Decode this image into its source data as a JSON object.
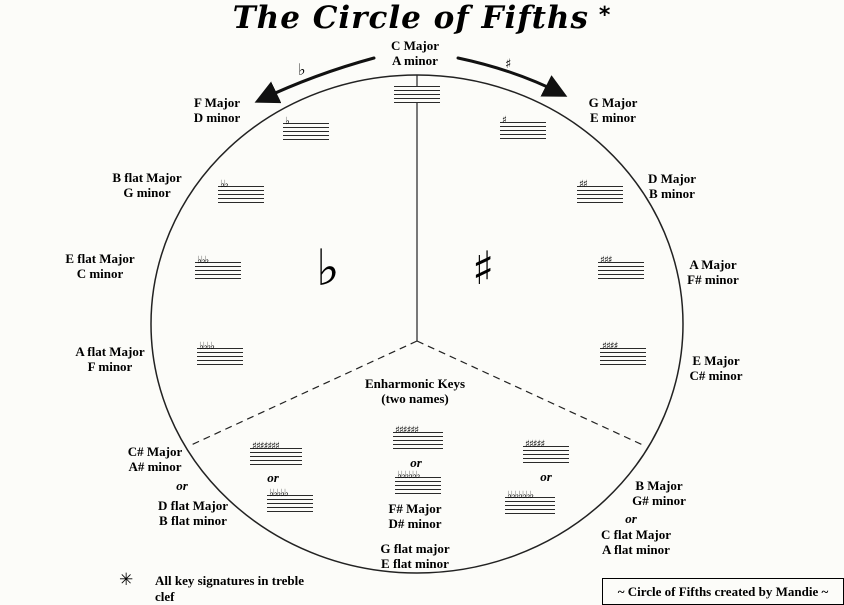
{
  "title": {
    "text": "The Circle of Fifths",
    "asterisk": "*"
  },
  "arrow_hints": {
    "flat": "♭",
    "sharp": "♯"
  },
  "center": {
    "enharmonic_line1": "Enharmonic Keys",
    "enharmonic_line2": "(two names)",
    "big_flat": "♭",
    "big_sharp": "♯"
  },
  "or_label": "or",
  "keys": {
    "c": {
      "major": "C Major",
      "minor": "A minor",
      "accidentals": ""
    },
    "g": {
      "major": "G Major",
      "minor": "E minor",
      "accidentals": "♯"
    },
    "d": {
      "major": "D Major",
      "minor": "B minor",
      "accidentals": "♯♯"
    },
    "a": {
      "major": "A Major",
      "minor": "F# minor",
      "accidentals": "♯♯♯"
    },
    "e": {
      "major": "E Major",
      "minor": "C# minor",
      "accidentals": "♯♯♯♯"
    },
    "b": {
      "major": "B Major",
      "minor": "G# minor",
      "accidentals": "♯♯♯♯♯"
    },
    "cflat": {
      "major": "C flat Major",
      "minor": "A flat minor",
      "accidentals": "♭♭♭♭♭♭♭"
    },
    "fsharp": {
      "major": "F# Major",
      "minor": "D# minor",
      "accidentals": "♯♯♯♯♯♯"
    },
    "gflat": {
      "major": "G flat major",
      "minor": "E flat minor",
      "accidentals": "♭♭♭♭♭♭"
    },
    "csharp": {
      "major": "C# Major",
      "minor": "A# minor",
      "accidentals": "♯♯♯♯♯♯♯"
    },
    "dflat": {
      "major": "D flat Major",
      "minor": "B flat minor",
      "accidentals": "♭♭♭♭♭"
    },
    "aflat": {
      "major": "A flat Major",
      "minor": "F minor",
      "accidentals": "♭♭♭♭"
    },
    "eflat": {
      "major": "E flat Major",
      "minor": "C minor",
      "accidentals": "♭♭♭"
    },
    "bflat": {
      "major": "B flat Major",
      "minor": "G minor",
      "accidentals": "♭♭"
    },
    "f": {
      "major": "F Major",
      "minor": "D minor",
      "accidentals": "♭"
    }
  },
  "footnote": {
    "symbol": "✳",
    "line1": "All key signatures in treble",
    "line2": "clef"
  },
  "credit": "~  Circle of Fifths created by Mandie ~"
}
